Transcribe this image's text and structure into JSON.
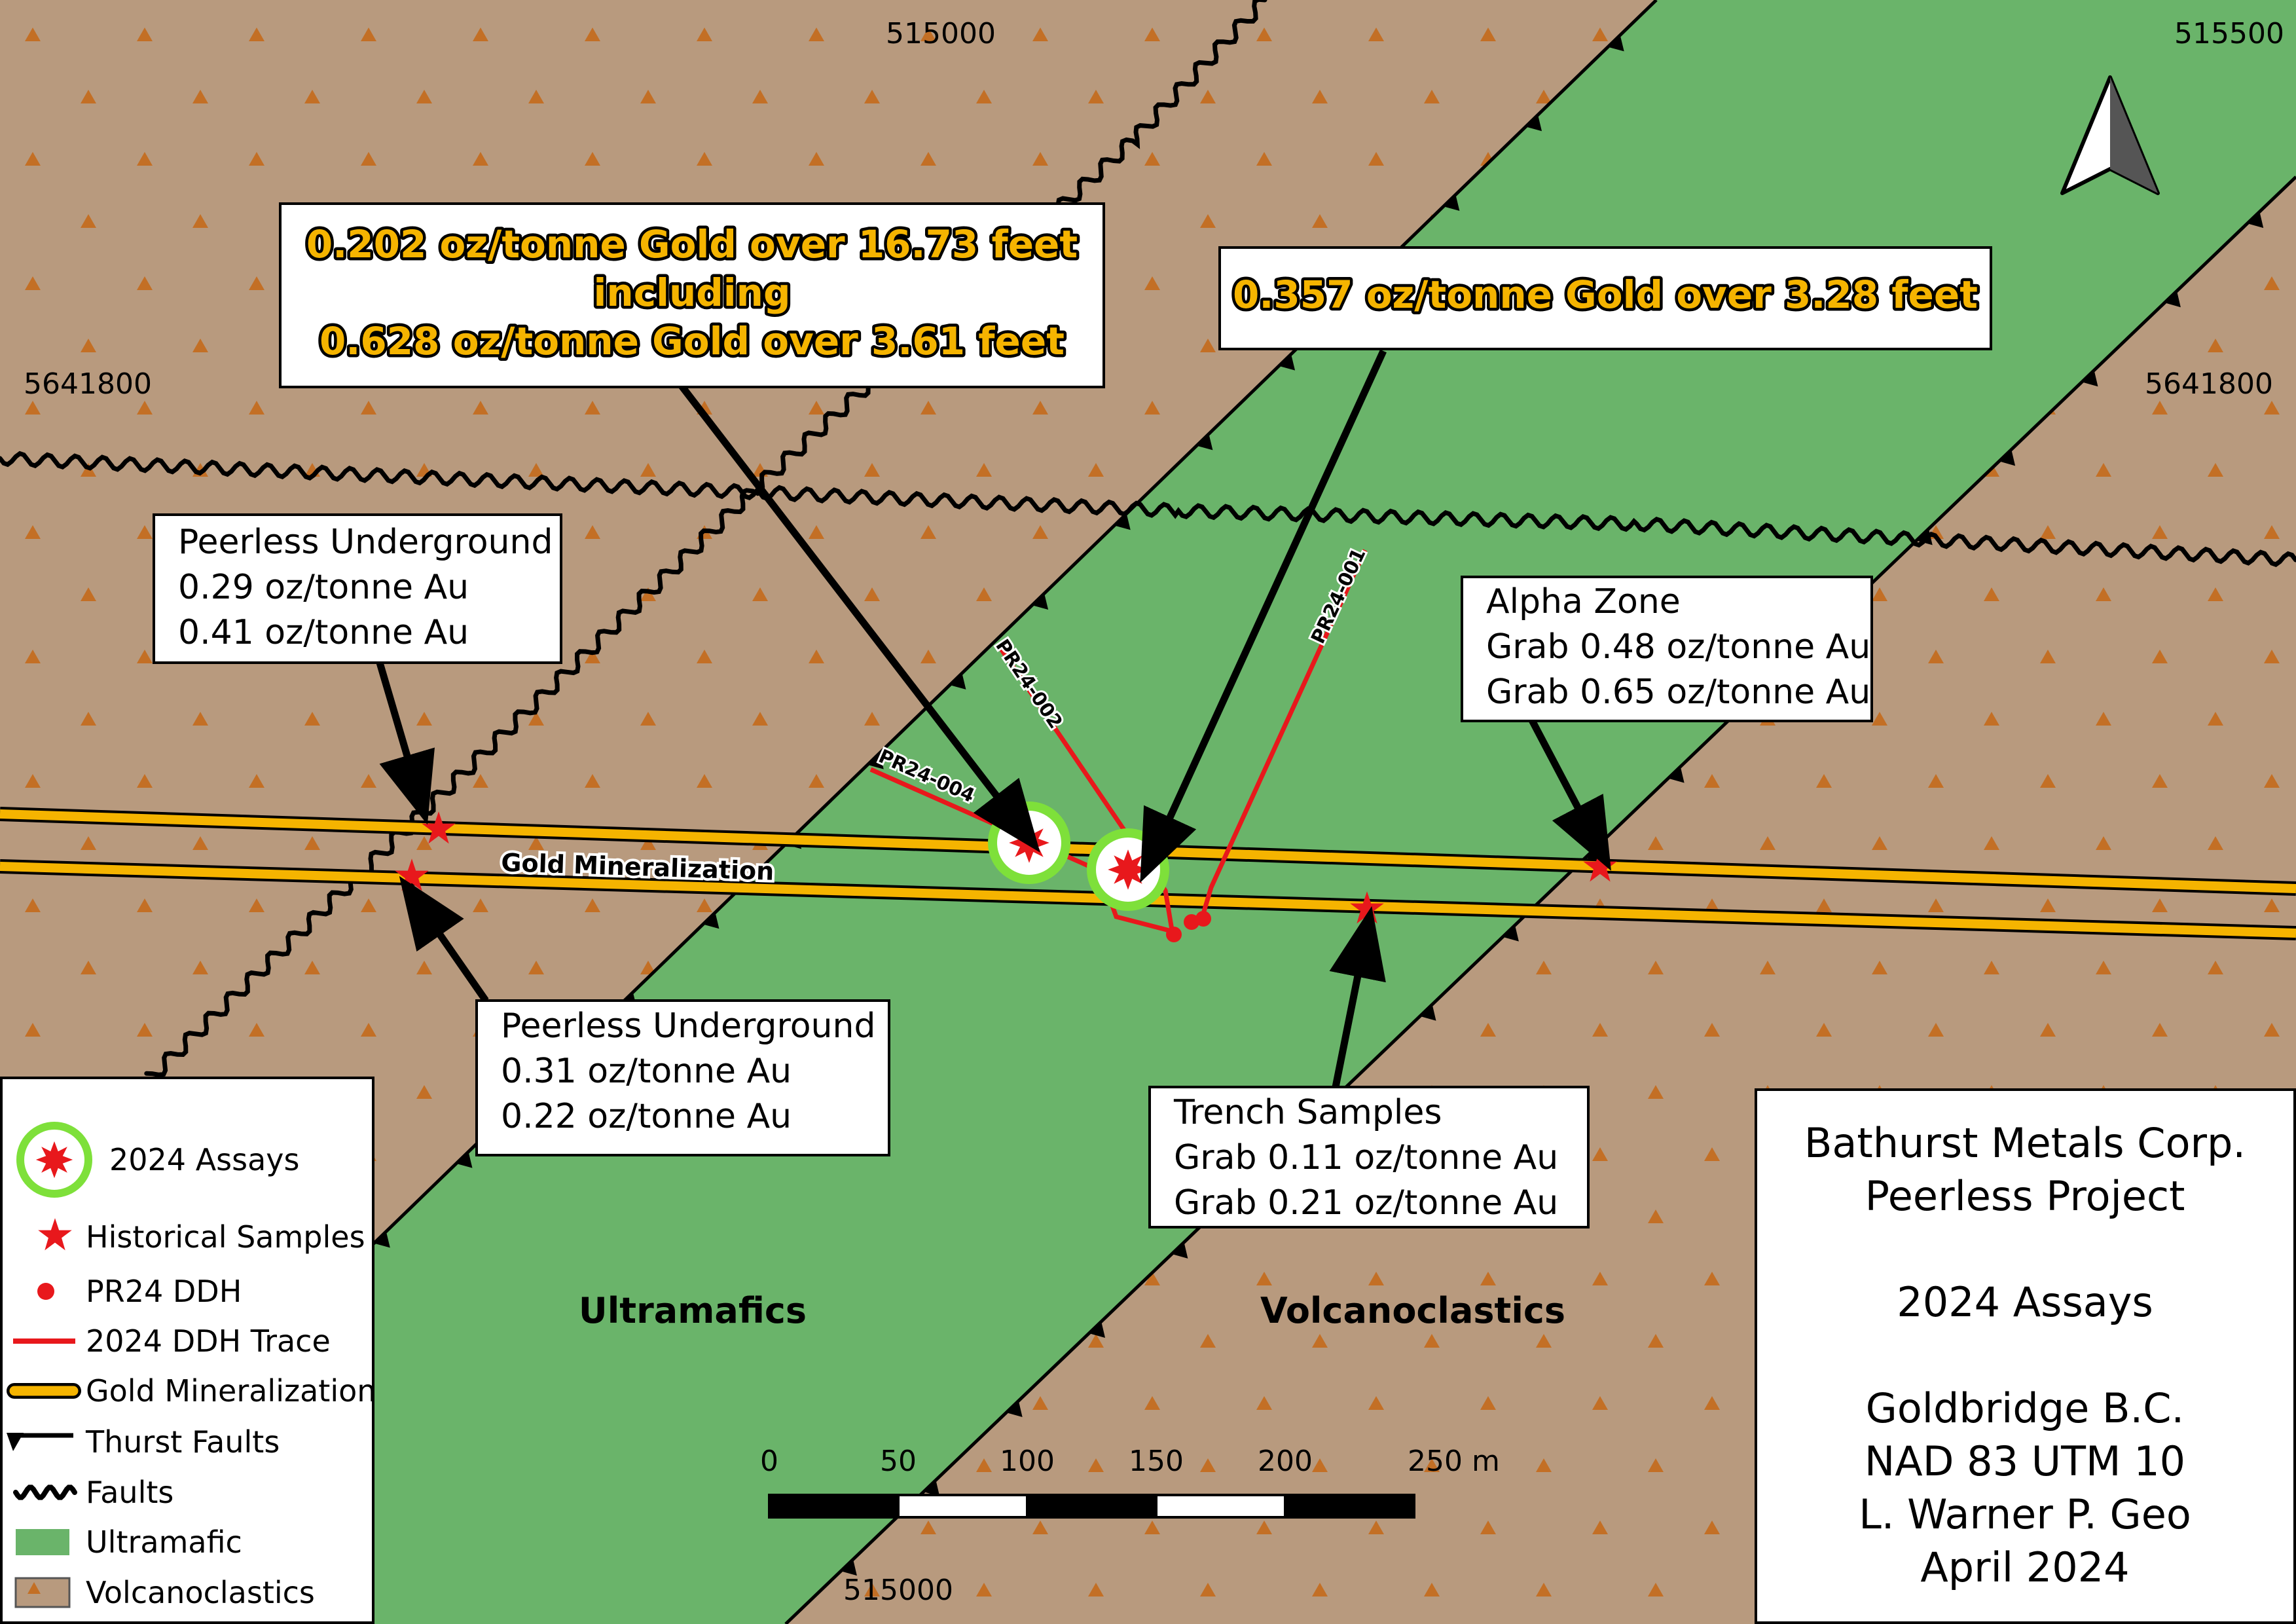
{
  "grid_labels": {
    "easting_top_left": "515000",
    "easting_top_right": "515500",
    "easting_bottom": "515000",
    "northing_left": "5641800",
    "northing_right": "5641800"
  },
  "callouts": {
    "drill_left": {
      "line1": "0.202 oz/tonne Gold over 16.73 feet",
      "line2": "including",
      "line3": "0.628 oz/tonne Gold over 3.61 feet"
    },
    "drill_right": {
      "line1": "0.357 oz/tonne Gold over 3.28 feet"
    },
    "peerless_upper": {
      "title": "Peerless Underground",
      "line1": "0.29 oz/tonne Au",
      "line2": "0.41 oz/tonne Au"
    },
    "peerless_lower": {
      "title": "Peerless Underground",
      "line1": "0.31 oz/tonne Au",
      "line2": "0.22 oz/tonne Au"
    },
    "alpha": {
      "title": "Alpha Zone",
      "line1": "Grab 0.48 oz/tonne Au",
      "line2": "Grab 0.65 oz/tonne Au"
    },
    "trench": {
      "title": "Trench Samples",
      "line1": "Grab 0.11 oz/tonne Au",
      "line2": "Grab 0.21 oz/tonne Au"
    }
  },
  "drill_holes": [
    "PR24-001",
    "PR24-002",
    "PR24-004"
  ],
  "map_labels": {
    "gold_mineralization": "Gold Mineralization",
    "ultramafics": "Ultramafics",
    "volcanoclastics": "Volcanoclastics"
  },
  "legend": [
    {
      "symbol": "assay-2024",
      "label": "2024 Assays"
    },
    {
      "symbol": "historical-star",
      "label": "Historical Samples"
    },
    {
      "symbol": "ddh-dot",
      "label": "PR24 DDH"
    },
    {
      "symbol": "ddh-trace",
      "label": "2024 DDH Trace"
    },
    {
      "symbol": "gold-band",
      "label": "Gold Mineralization"
    },
    {
      "symbol": "thrust-fault",
      "label": "Thurst Faults"
    },
    {
      "symbol": "fault",
      "label": "Faults"
    },
    {
      "symbol": "ultramafic-fill",
      "label": "Ultramafic"
    },
    {
      "symbol": "volcanoclastic-fill",
      "label": "Volcanoclastics"
    }
  ],
  "scale_bar": {
    "ticks": [
      "0",
      "50",
      "100",
      "150",
      "200",
      "250 m"
    ]
  },
  "title_block": {
    "company": "Bathurst Metals Corp.",
    "project": "Peerless Project",
    "subtitle": "2024 Assays",
    "location": "Goldbridge B.C.",
    "datum": "NAD 83 UTM 10",
    "author": "L. Warner P. Geo",
    "date": "April 2024"
  },
  "colors": {
    "volcanoclastic": "#b89a7e",
    "ultramafic": "#6ab46a",
    "gold": "#f5b400",
    "sample_red": "#e8181c",
    "assay_ring": "#7ee03a"
  }
}
